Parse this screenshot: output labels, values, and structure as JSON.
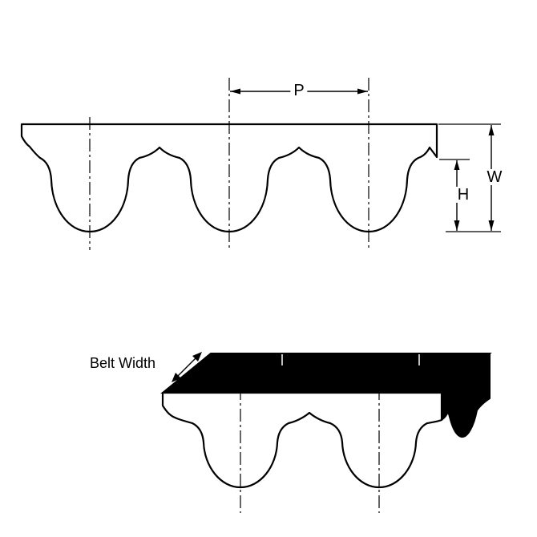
{
  "colors": {
    "line": "#000000",
    "belt_fill": "#ffffff",
    "solid_face": "#000000",
    "background": "#ffffff"
  },
  "top_view": {
    "description": "Timing belt tooth profile cross-section",
    "dimensions": {
      "pitch": "P",
      "overall_thickness": "W",
      "tooth_height": "H"
    }
  },
  "bottom_view": {
    "description": "Timing belt 3D perspective view",
    "belt_width_label": "Belt Width"
  }
}
